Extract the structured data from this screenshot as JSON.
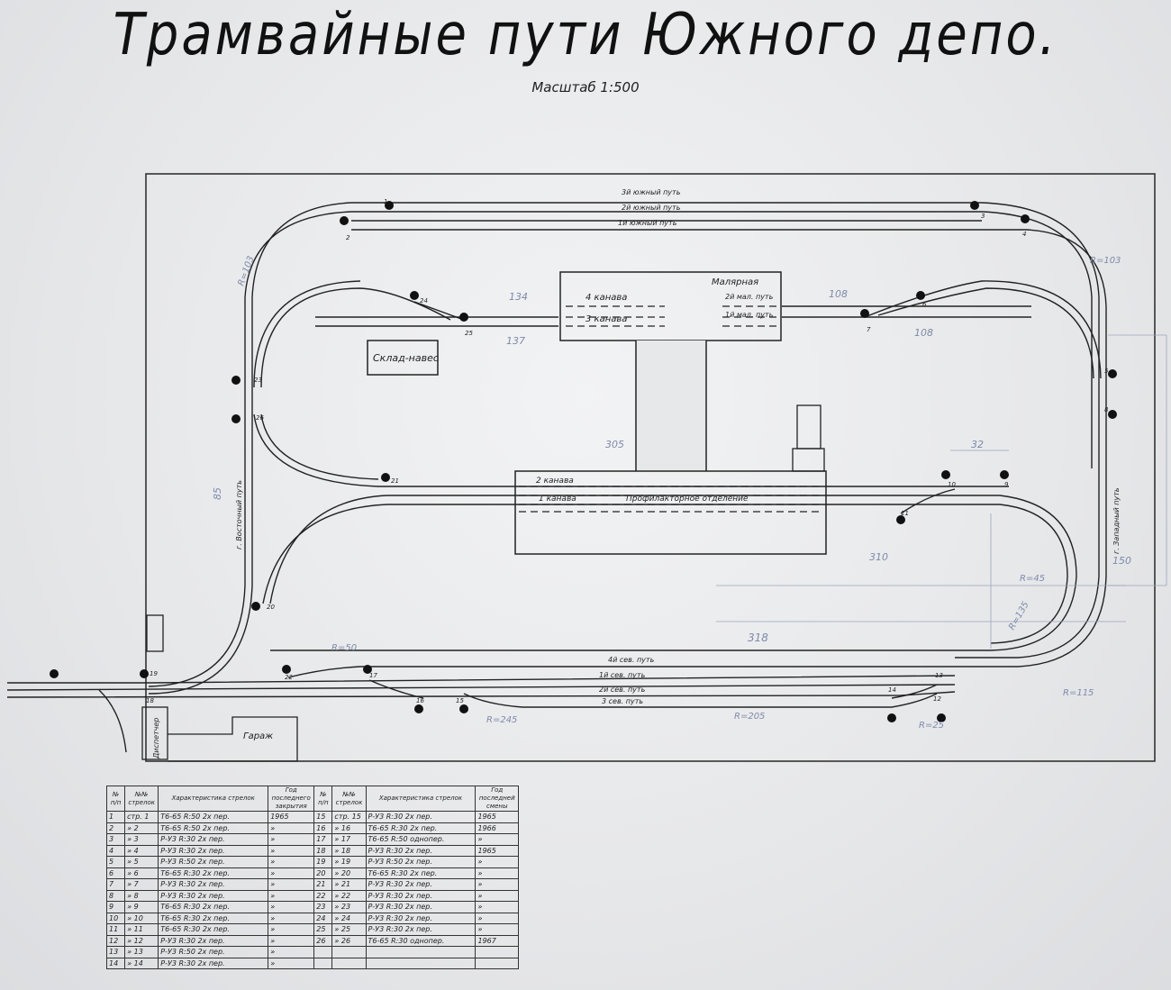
{
  "title": "Трамвайные пути Южного депо.",
  "scale": "Масштаб 1:500",
  "buildings": {
    "warehouse": "Склад-навес",
    "bay_4": "4 канава",
    "bay_3": "3 канава",
    "paint_shop": "Малярная",
    "paint_track_2": "2й мал. путь",
    "paint_track_1": "1й мал. путь",
    "bay_2": "2 канава",
    "bay_1": "1 канава",
    "maintenance": "Профилакторное отделение",
    "garage": "Гараж",
    "dispatcher": "Диспетчер"
  },
  "tracks": {
    "south_3": "3й южный путь",
    "south_2": "2й южный путь",
    "south_1": "1й южный путь",
    "north_4": "4й сев. путь",
    "north_1": "1й сев. путь",
    "north_2": "2й сев. путь",
    "north_3": "3 сев. путь",
    "east": "г. Восточный путь",
    "west": "г. Западный путь"
  },
  "dimensions": {
    "d1": "134",
    "d2": "137",
    "d3": "108",
    "d4": "108",
    "d5": "305",
    "d6": "32",
    "d7": "310",
    "d8": "318",
    "d9": "150",
    "d10": "85",
    "r1": "R=103",
    "r2": "R=103",
    "r3": "R=45",
    "r4": "R=135",
    "r5": "R=115",
    "r6": "R=50",
    "r7": "R=25",
    "r8": "R=205",
    "r9": "R=245"
  },
  "switch_numbers": [
    "1",
    "2",
    "3",
    "4",
    "5",
    "6",
    "7",
    "8",
    "9",
    "10",
    "11",
    "12",
    "13",
    "14",
    "15",
    "16",
    "17",
    "18",
    "19",
    "20",
    "21",
    "22",
    "23",
    "24",
    "25",
    "26"
  ],
  "table": {
    "headers": {
      "n": "№ п/п",
      "sw": "№№ стрелок",
      "desc": "Характеристика стрелок",
      "year": "Год последнего закрытия",
      "n2": "№ п/п",
      "sw2": "№№ стрелок",
      "desc2": "Характеристика стрелок",
      "year2": "Год последней смены"
    },
    "rows": [
      {
        "n": "1",
        "sw": "стр. 1",
        "d": "Т6-65   R:50   2х пер.",
        "y": "1965",
        "n2": "15",
        "sw2": "стр. 15",
        "d2": "Р-У3   R:30   2х пер.",
        "y2": "1965"
      },
      {
        "n": "2",
        "sw": "» 2",
        "d": "Т6-65   R:50   2х пер.",
        "y": "»",
        "n2": "16",
        "sw2": "» 16",
        "d2": "Т6-65   R:30   2х пер.",
        "y2": "1966"
      },
      {
        "n": "3",
        "sw": "» 3",
        "d": "Р-У3   R:30   2х пер.",
        "y": "»",
        "n2": "17",
        "sw2": "» 17",
        "d2": "Т6-65   R:50   однопер.",
        "y2": "»"
      },
      {
        "n": "4",
        "sw": "» 4",
        "d": "Р-У3   R:30   2х пер.",
        "y": "»",
        "n2": "18",
        "sw2": "» 18",
        "d2": "Р-У3   R:30   2х пер.",
        "y2": "1965"
      },
      {
        "n": "5",
        "sw": "» 5",
        "d": "Р-У3   R:50   2х пер.",
        "y": "»",
        "n2": "19",
        "sw2": "» 19",
        "d2": "Р-У3   R:50   2х пер.",
        "y2": "»"
      },
      {
        "n": "6",
        "sw": "» 6",
        "d": "Т6-65   R:30   2х пер.",
        "y": "»",
        "n2": "20",
        "sw2": "» 20",
        "d2": "Т6-65   R:30   2х пер.",
        "y2": "»"
      },
      {
        "n": "7",
        "sw": "» 7",
        "d": "Р-У3   R:30   2х пер.",
        "y": "»",
        "n2": "21",
        "sw2": "» 21",
        "d2": "Р-У3   R:30   2х пер.",
        "y2": "»"
      },
      {
        "n": "8",
        "sw": "» 8",
        "d": "Р-У3   R:30   2х пер.",
        "y": "»",
        "n2": "22",
        "sw2": "» 22",
        "d2": "Р-У3   R:30   2х пер.",
        "y2": "»"
      },
      {
        "n": "9",
        "sw": "» 9",
        "d": "Т6-65   R:30   2х пер.",
        "y": "»",
        "n2": "23",
        "sw2": "» 23",
        "d2": "Р-У3   R:30   2х пер.",
        "y2": "»"
      },
      {
        "n": "10",
        "sw": "» 10",
        "d": "Т6-65   R:30   2х пер.",
        "y": "»",
        "n2": "24",
        "sw2": "» 24",
        "d2": "Р-У3   R:30   2х пер.",
        "y2": "»"
      },
      {
        "n": "11",
        "sw": "» 11",
        "d": "Т6-65   R:30   2х пер.",
        "y": "»",
        "n2": "25",
        "sw2": "» 25",
        "d2": "Р-У3   R:30   2х пер.",
        "y2": "»"
      },
      {
        "n": "12",
        "sw": "» 12",
        "d": "Р-У3   R:30   2х пер.",
        "y": "»",
        "n2": "26",
        "sw2": "» 26",
        "d2": "Т6-65   R:30   однопер.",
        "y2": "1967"
      },
      {
        "n": "13",
        "sw": "» 13",
        "d": "Р-У3   R:50   2х пер.",
        "y": "»",
        "n2": "",
        "sw2": "",
        "d2": "",
        "y2": ""
      },
      {
        "n": "14",
        "sw": "» 14",
        "d": "Р-У3   R:30   2х пер.",
        "y": "»",
        "n2": "",
        "sw2": "",
        "d2": "",
        "y2": ""
      }
    ]
  }
}
